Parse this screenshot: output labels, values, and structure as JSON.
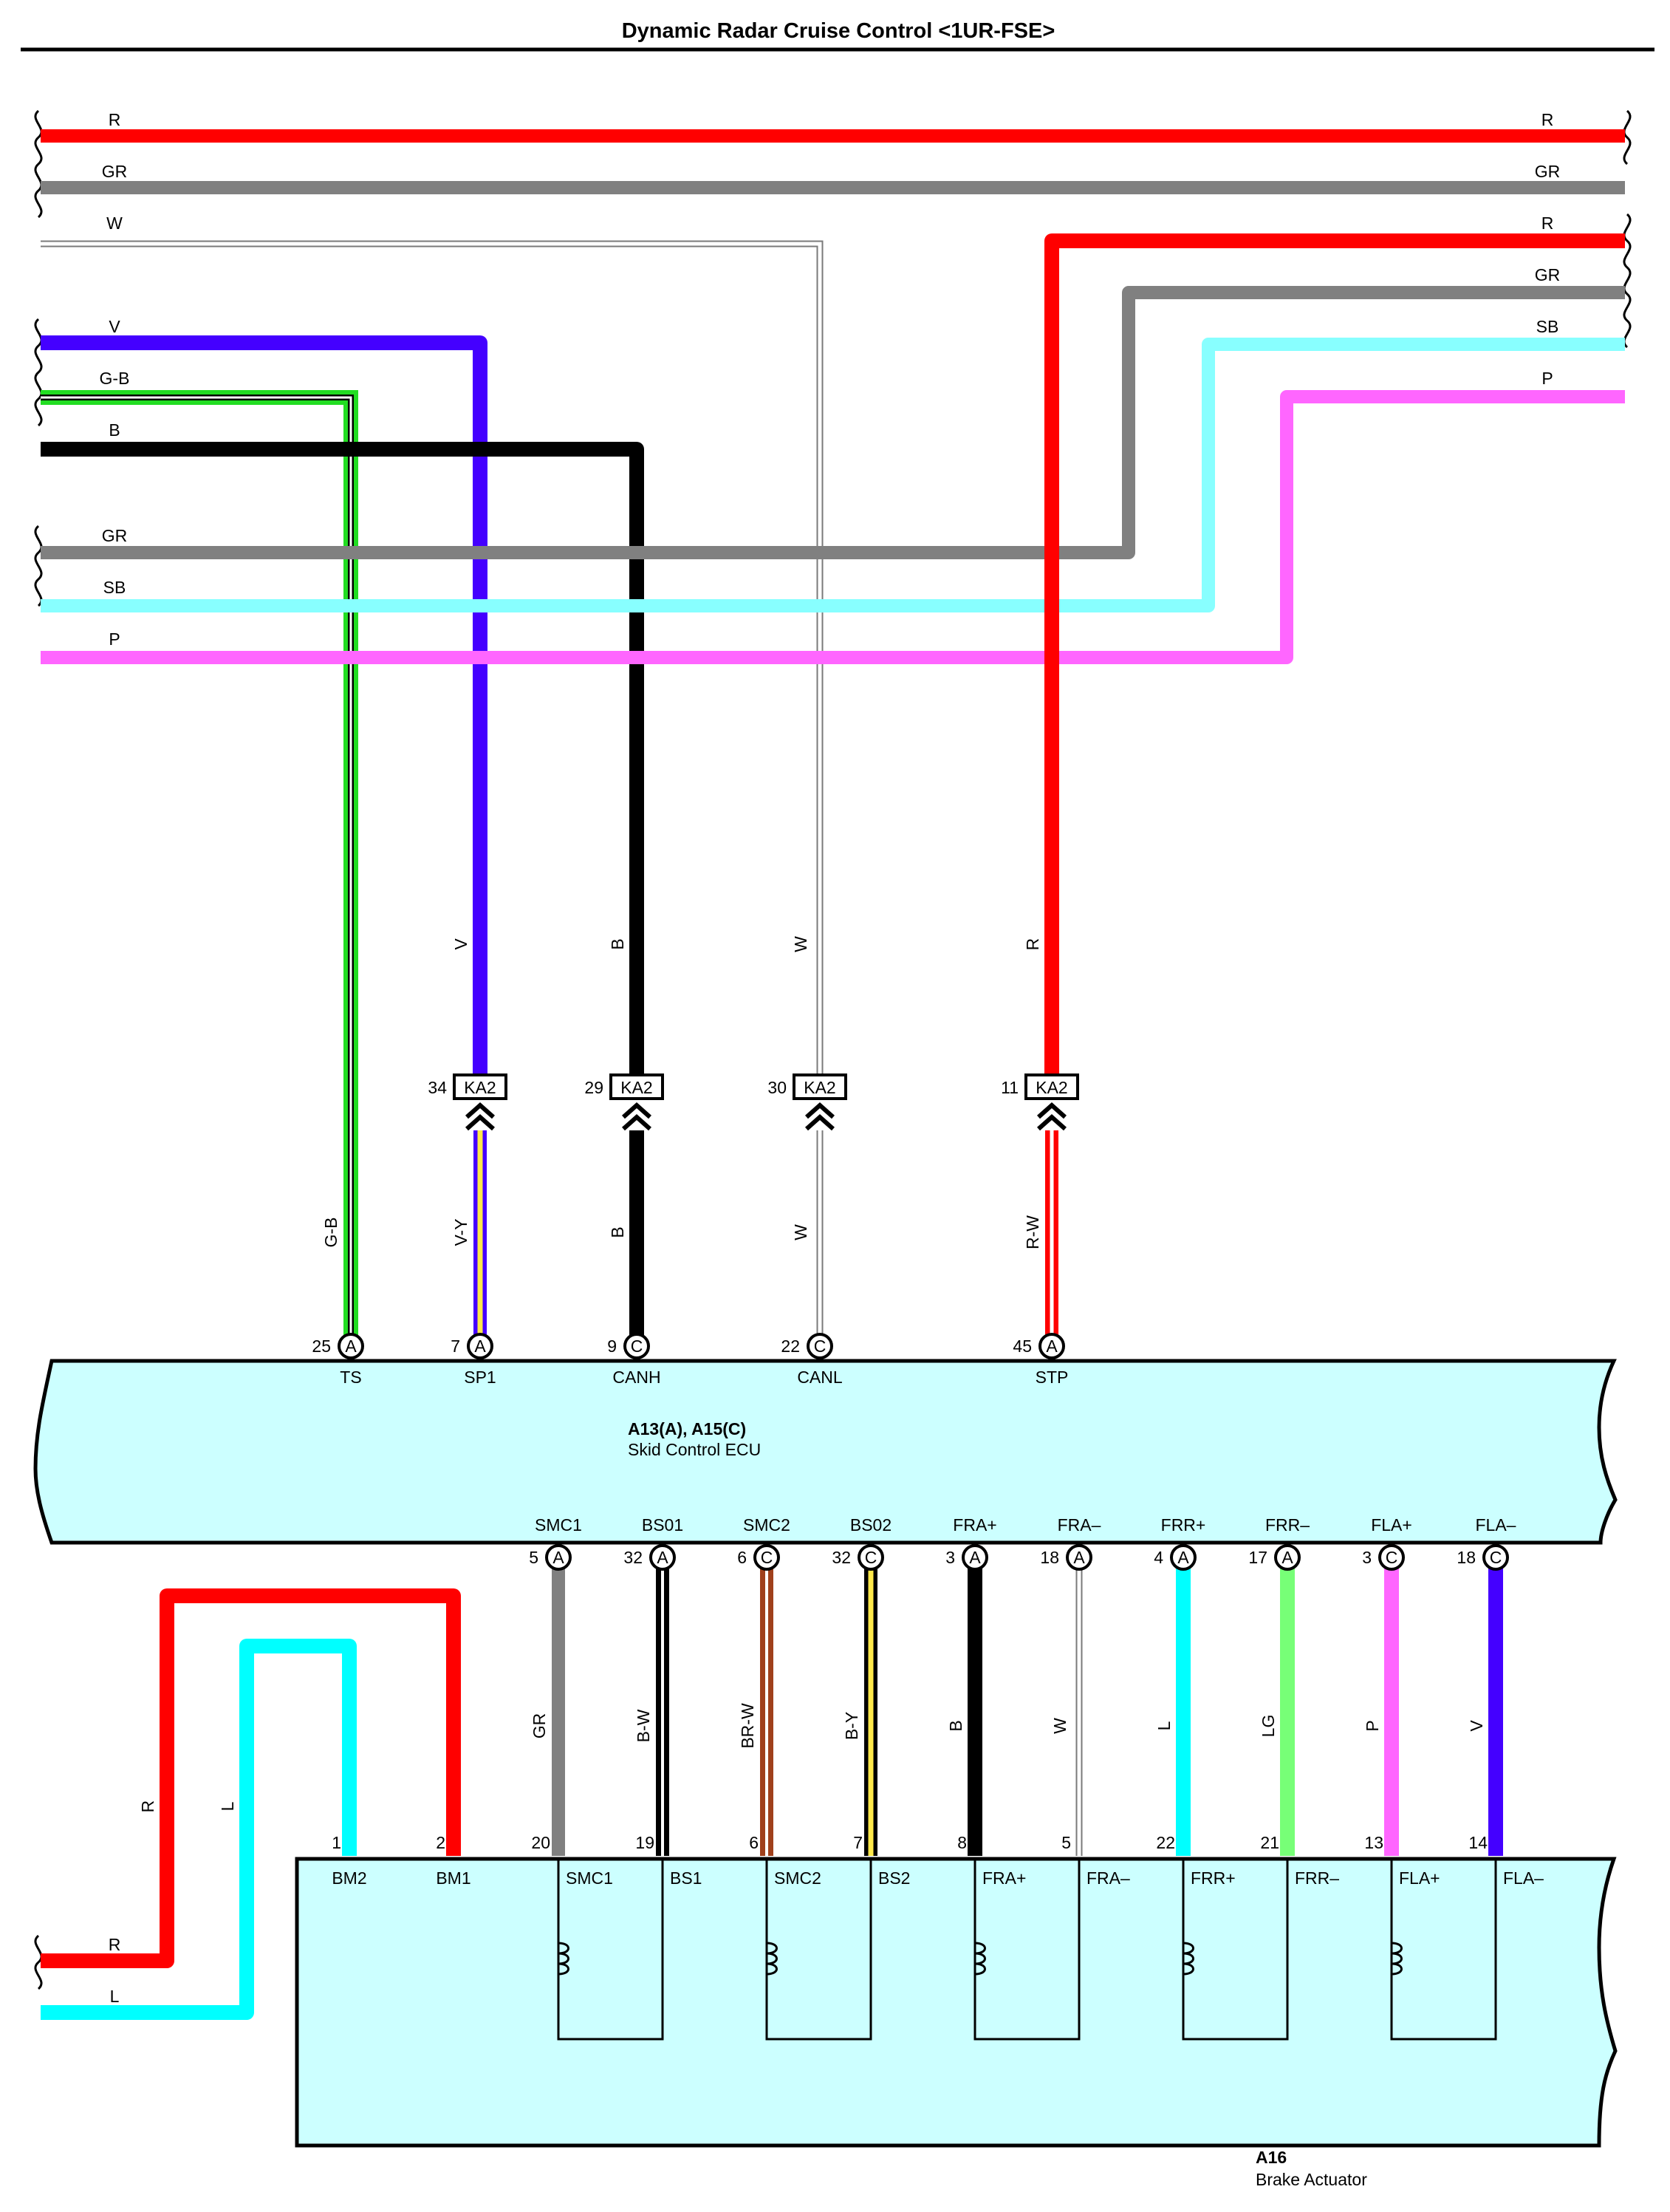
{
  "title": "Dynamic Radar Cruise Control <1UR-FSE>",
  "colors": {
    "R": "#ff0000",
    "GR": "#808080",
    "W": "#ffffff",
    "V": "#4400ff",
    "G-B": "#22dd22",
    "B": "#000000",
    "SB": "#88ffff",
    "P": "#ff66ff",
    "L": "#00ffff",
    "LG": "#77ff77",
    "BR": "#a0401c",
    "Y": "#ffe94a",
    "ecu_fill": "#ccffff"
  },
  "left_wires": [
    "R",
    "GR",
    "W",
    "V",
    "G-B",
    "B",
    "GR",
    "SB",
    "P"
  ],
  "right_wires": [
    "R",
    "GR",
    "R",
    "GR",
    "SB",
    "P"
  ],
  "upper_wire_labels": [
    "V",
    "B",
    "W",
    "R"
  ],
  "lower_wire_labels": [
    "G-B",
    "V-Y",
    "B",
    "W",
    "R-W"
  ],
  "ka2_connectors": [
    {
      "pin": "34",
      "name": "KA2"
    },
    {
      "pin": "29",
      "name": "KA2"
    },
    {
      "pin": "30",
      "name": "KA2"
    },
    {
      "pin": "11",
      "name": "KA2"
    }
  ],
  "ecu": {
    "id": "A13(A), A15(C)",
    "name": "Skid Control ECU",
    "top_pins": [
      {
        "pin": "25",
        "conn": "A",
        "label": "TS"
      },
      {
        "pin": "7",
        "conn": "A",
        "label": "SP1"
      },
      {
        "pin": "9",
        "conn": "C",
        "label": "CANH"
      },
      {
        "pin": "22",
        "conn": "C",
        "label": "CANL"
      },
      {
        "pin": "45",
        "conn": "A",
        "label": "STP"
      }
    ],
    "bottom_pins": [
      {
        "pin": "5",
        "conn": "A",
        "label": "SMC1",
        "wire": "GR"
      },
      {
        "pin": "32",
        "conn": "A",
        "label": "BS01",
        "wire": "B-W"
      },
      {
        "pin": "6",
        "conn": "C",
        "label": "SMC2",
        "wire": "BR-W"
      },
      {
        "pin": "32",
        "conn": "C",
        "label": "BS02",
        "wire": "B-Y"
      },
      {
        "pin": "3",
        "conn": "A",
        "label": "FRA+",
        "wire": "B"
      },
      {
        "pin": "18",
        "conn": "A",
        "label": "FRA–",
        "wire": "W"
      },
      {
        "pin": "4",
        "conn": "A",
        "label": "FRR+",
        "wire": "L"
      },
      {
        "pin": "17",
        "conn": "A",
        "label": "FRR–",
        "wire": "LG"
      },
      {
        "pin": "3",
        "conn": "C",
        "label": "FLA+",
        "wire": "P"
      },
      {
        "pin": "18",
        "conn": "C",
        "label": "FLA–",
        "wire": "V"
      }
    ]
  },
  "actuator": {
    "id": "A16",
    "name": "Brake Actuator",
    "motor_pins": [
      {
        "pin": "1",
        "label": "BM2"
      },
      {
        "pin": "2",
        "label": "BM1"
      }
    ],
    "pins": [
      {
        "pin": "20",
        "label": "SMC1"
      },
      {
        "pin": "19",
        "label": "BS1"
      },
      {
        "pin": "6",
        "label": "SMC2"
      },
      {
        "pin": "7",
        "label": "BS2"
      },
      {
        "pin": "8",
        "label": "FRA+"
      },
      {
        "pin": "5",
        "label": "FRA–"
      },
      {
        "pin": "22",
        "label": "FRR+"
      },
      {
        "pin": "21",
        "label": "FRR–"
      },
      {
        "pin": "13",
        "label": "FLA+"
      },
      {
        "pin": "14",
        "label": "FLA–"
      }
    ]
  },
  "motor_wires": [
    {
      "vertical_label": "R",
      "left_label": "R"
    },
    {
      "vertical_label": "L",
      "left_label": "L"
    }
  ]
}
